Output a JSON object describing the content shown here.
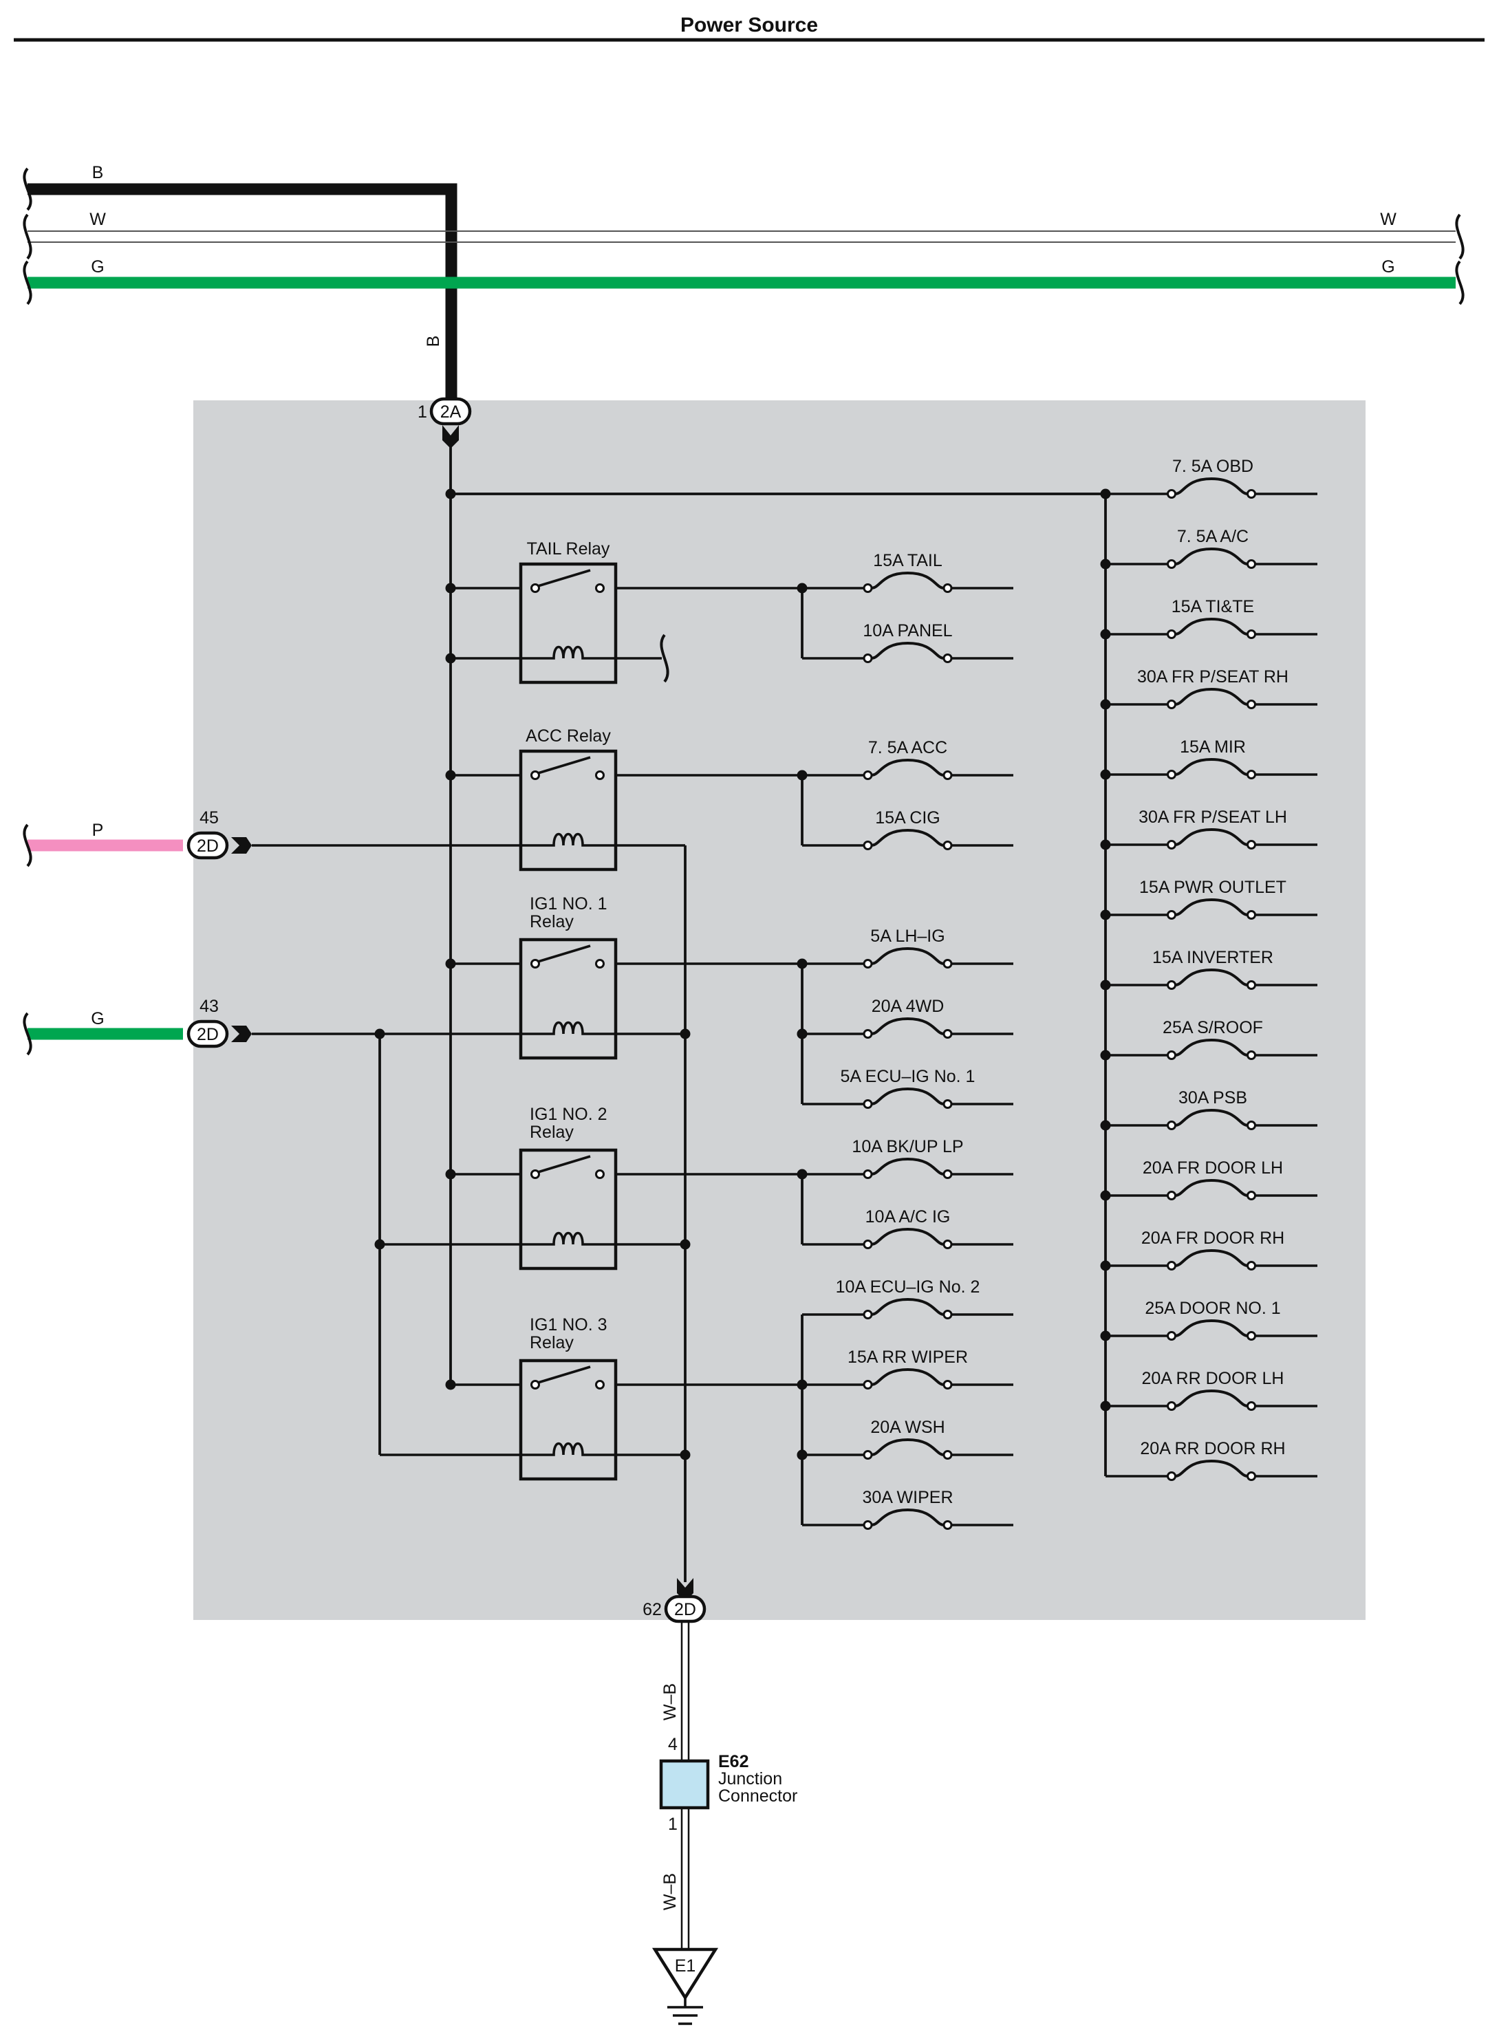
{
  "page": {
    "title": "Power Source"
  },
  "colors": {
    "wire_black": "#111111",
    "wire_green": "#00a650",
    "wire_pink": "#f48fc0",
    "wire_white_outline": "#555555",
    "junction_block_bg": "#d1d3d5",
    "junction_connector_fill": "#bfe3f2"
  },
  "top_wires": [
    {
      "left_label": "B",
      "right_label": ""
    },
    {
      "left_label": "W",
      "right_label": "W"
    },
    {
      "left_label": "G",
      "right_label": "G"
    }
  ],
  "vertical_wire": {
    "label": "B"
  },
  "connectors": {
    "top": {
      "pin": "1",
      "code": "2A"
    },
    "acc_in": {
      "pin": "45",
      "code": "2D",
      "wire": "P"
    },
    "ig_in": {
      "pin": "43",
      "code": "2D",
      "wire": "G"
    },
    "bottom": {
      "pin": "62",
      "code": "2D"
    }
  },
  "relays": [
    {
      "line1": "TAIL Relay",
      "line2": ""
    },
    {
      "line1": "ACC Relay",
      "line2": ""
    },
    {
      "line1": "IG1 NO. 1",
      "line2": "Relay"
    },
    {
      "line1": "IG1 NO. 2",
      "line2": "Relay"
    },
    {
      "line1": "IG1 NO. 3",
      "line2": "Relay"
    }
  ],
  "middle_fuses": [
    "15A TAIL",
    "10A PANEL",
    "7. 5A ACC",
    "15A CIG",
    "5A LH–IG",
    "20A 4WD",
    "5A ECU–IG No. 1",
    "10A BK/UP LP",
    "10A A/C IG",
    "10A ECU–IG No. 2",
    "15A RR WIPER",
    "20A WSH",
    "30A WIPER"
  ],
  "right_fuses": [
    "7. 5A OBD",
    "7. 5A A/C",
    "15A TI&TE",
    "30A FR P/SEAT RH",
    "15A MIR",
    "30A FR P/SEAT LH",
    "15A PWR OUTLET",
    "15A INVERTER",
    "25A S/ROOF",
    "30A PSB",
    "20A FR DOOR LH",
    "20A FR DOOR RH",
    "25A DOOR NO. 1",
    "20A RR DOOR LH",
    "20A RR DOOR RH"
  ],
  "ground_section": {
    "wire_label_upper": "W–B",
    "wire_label_lower": "W–B",
    "pin_upper": "4",
    "pin_lower": "1",
    "connector_code": "E62",
    "connector_name_line1": "Junction",
    "connector_name_line2": "Connector",
    "ground_code": "E1"
  }
}
